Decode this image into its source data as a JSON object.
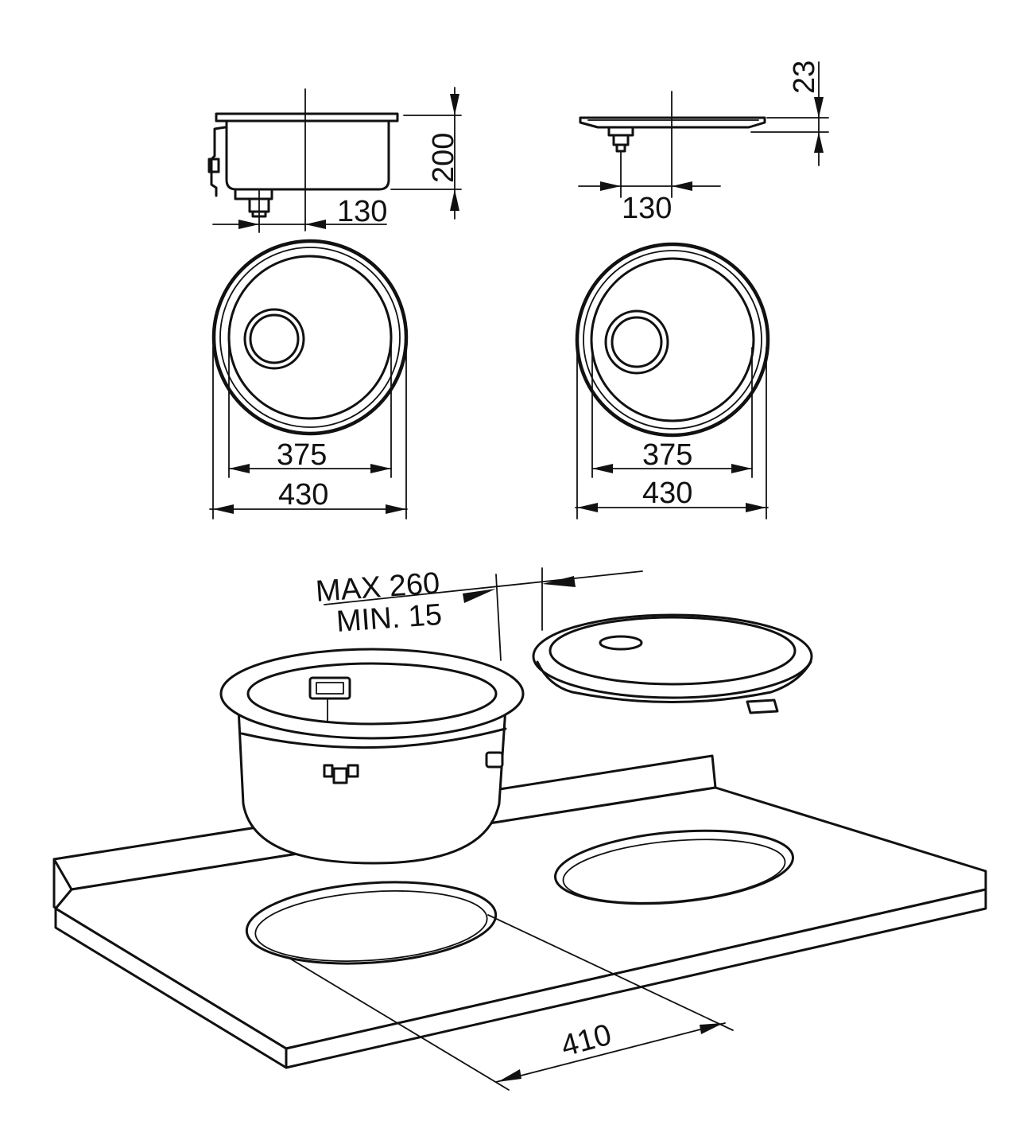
{
  "dimensions": {
    "basin_depth": "200",
    "drain_offset_side": "130",
    "flange_height": "23",
    "drain_offset_side_2": "130",
    "inner_diameter_left": "375",
    "outer_diameter_left": "430",
    "inner_diameter_right": "375",
    "outer_diameter_right": "430",
    "edge_distance_max": "MAX 260",
    "edge_distance_min": "MIN. 15",
    "cutout_diameter": "410"
  }
}
